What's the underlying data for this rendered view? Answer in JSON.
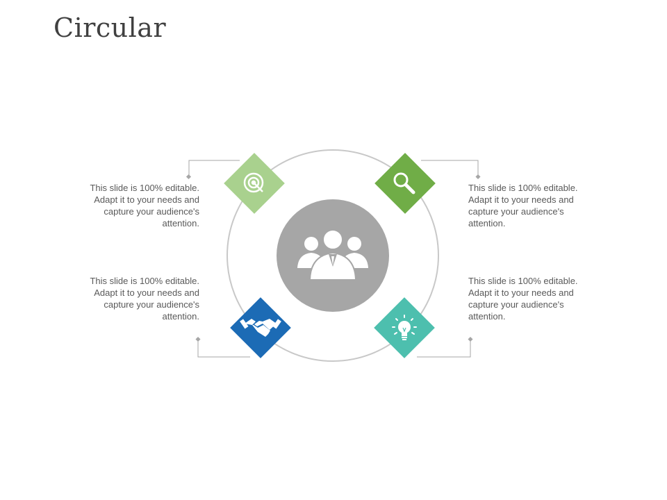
{
  "title": "Circular",
  "colors": {
    "ring": "#c8c8c8",
    "connector": "#a6a6a6",
    "center": "#a6a6a6",
    "text": "#595959",
    "title": "#404040"
  },
  "center": {
    "icon": "people-group-icon",
    "color": "#a6a6a6"
  },
  "items": [
    {
      "id": "top-left",
      "icon": "target-icon",
      "color": "#a9d18e",
      "text": "This slide is 100% editable. Adapt it to your needs and capture your audience's attention."
    },
    {
      "id": "top-right",
      "icon": "search-icon",
      "color": "#70ad47",
      "text": "This slide is 100% editable. Adapt it to your needs and capture your audience's attention."
    },
    {
      "id": "bottom-left",
      "icon": "handshake-icon",
      "color": "#1c6bb5",
      "text": "This slide is 100% editable. Adapt it to your needs and capture your audience's attention."
    },
    {
      "id": "bottom-right",
      "icon": "lightbulb-icon",
      "color": "#4dbfae",
      "text": "This slide is 100% editable. Adapt it to your needs and capture your audience's attention."
    }
  ]
}
